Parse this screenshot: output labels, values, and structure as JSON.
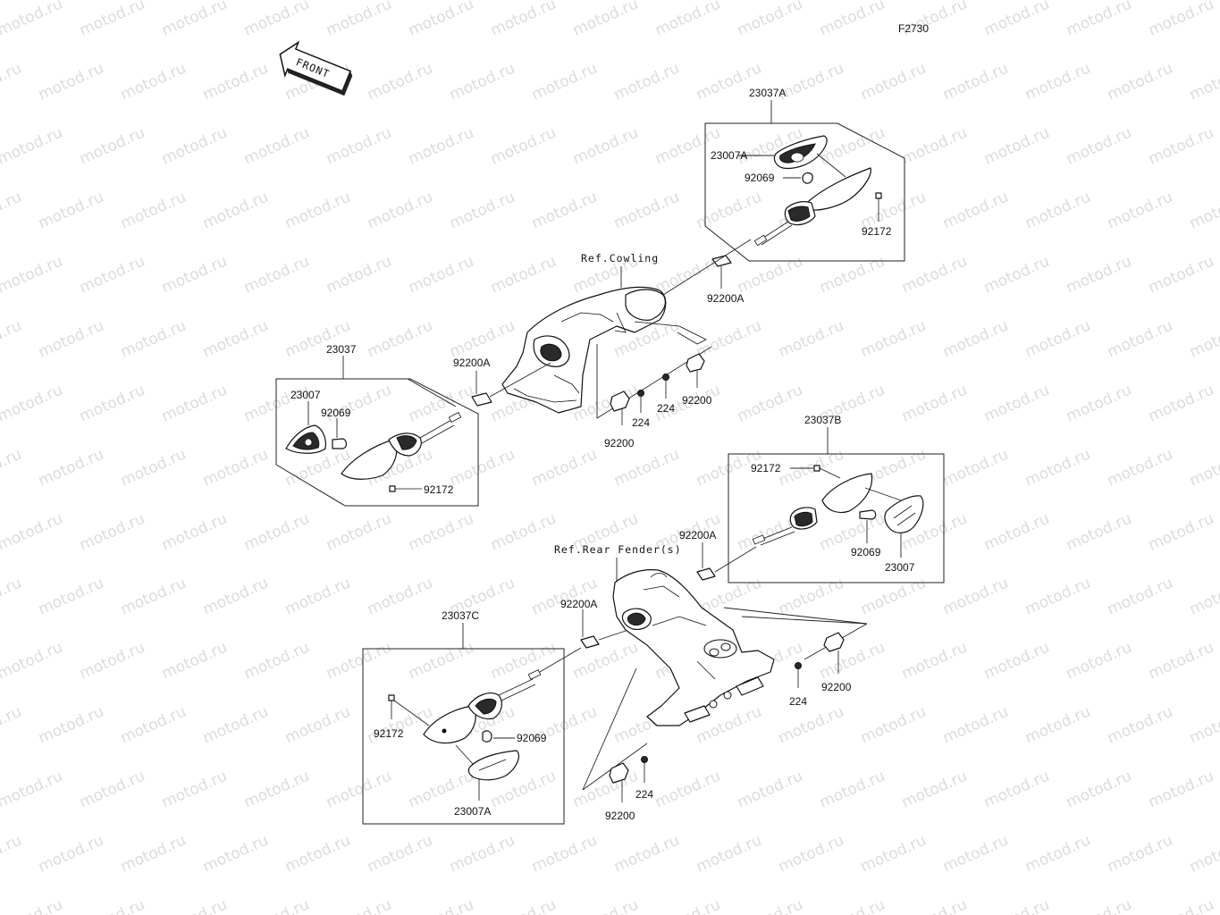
{
  "diagram": {
    "figure_code": "F2730",
    "front_label": "FRONT",
    "watermark": "motod.ru",
    "ref_cowling": "Ref.Cowling",
    "ref_rear_fender": "Ref.Rear Fender(s)",
    "groups": {
      "front_right": {
        "assembly": "23037A",
        "lens": "23007A",
        "bulb": "92069",
        "screw": "92172",
        "grommet": "92200A"
      },
      "front_left": {
        "assembly": "23037",
        "lens": "23007",
        "bulb": "92069",
        "screw": "92172",
        "grommet": "92200A"
      },
      "cowling_fasteners": {
        "clip_a": "92200",
        "nut_a": "224",
        "nut_b": "224",
        "clip_b": "92200"
      },
      "rear_right": {
        "assembly": "23037B",
        "lens": "23007",
        "bulb": "92069",
        "screw": "92172",
        "grommet": "92200A"
      },
      "rear_left": {
        "assembly": "23037C",
        "lens": "23007A",
        "bulb": "92069",
        "screw": "92172",
        "grommet": "92200A"
      },
      "fender_fasteners": {
        "nut_a": "224",
        "clip_a": "92200",
        "nut_b": "224",
        "clip_b": "92200"
      }
    }
  }
}
